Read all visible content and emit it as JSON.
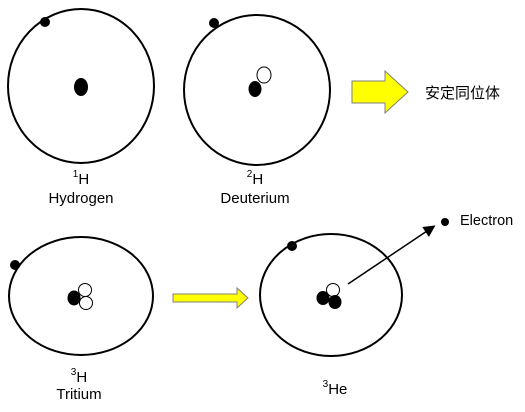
{
  "atoms": {
    "hydrogen": {
      "mass_number": "1",
      "element": "H",
      "name": "Hydrogen"
    },
    "deuterium": {
      "mass_number": "2",
      "element": "H",
      "name": "Deuterium"
    },
    "tritium": {
      "mass_number": "3",
      "element": "H",
      "name": "Tritium"
    },
    "helium3": {
      "mass_number": "3",
      "element": "He",
      "name": ""
    }
  },
  "labels": {
    "stable_isotope": "安定同位体",
    "electron": "Electron"
  },
  "colors": {
    "stroke": "#000000",
    "particle": "#000000",
    "neutron_fill": "#ffffff",
    "arrow_fill": "#ffff00",
    "arrow_stroke": "#7f7f7f"
  }
}
